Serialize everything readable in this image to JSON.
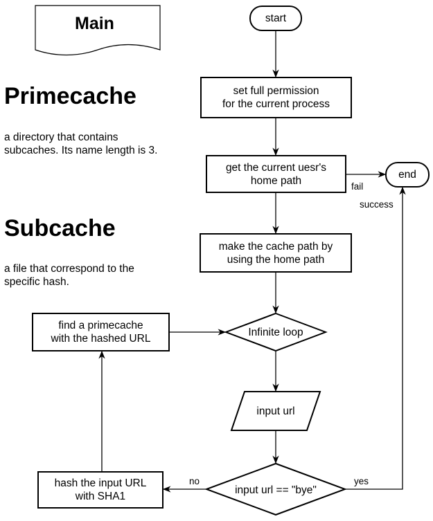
{
  "document": {
    "title": "Main"
  },
  "sections": [
    {
      "heading": "Primecache",
      "text_line1": "a directory that contains",
      "text_line2": "subcaches. Its name length is 3."
    },
    {
      "heading": "Subcache",
      "text_line1": "a file that correspond to the",
      "text_line2": "specific hash."
    }
  ],
  "nodes": {
    "start": "start",
    "set_permission": "set full permission\nfor the current process",
    "get_home": "get the current uesr's\nhome path",
    "end": "end",
    "make_cache": "make the cache path by\nusing the home path",
    "infinite_loop": "Infinite loop",
    "find_primecache": "find a primecache\nwith the hashed URL",
    "input_url": "input url",
    "check_bye": "input url == \"bye\"",
    "hash_url": "hash the input URL\nwith SHA1"
  },
  "edge_labels": {
    "fail": "fail",
    "success": "success",
    "no": "no",
    "yes": "yes"
  }
}
